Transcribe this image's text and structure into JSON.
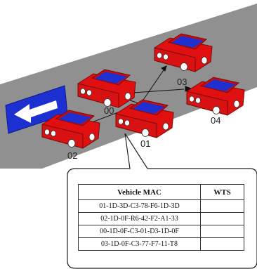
{
  "cars": [
    {
      "id": "00",
      "label": "00"
    },
    {
      "id": "01",
      "label": "01"
    },
    {
      "id": "02",
      "label": "02"
    },
    {
      "id": "03",
      "label": "03"
    },
    {
      "id": "04",
      "label": "04"
    }
  ],
  "table": {
    "headers": {
      "mac": "Vehicle MAC",
      "wts": "WTS"
    },
    "rows": [
      {
        "mac": "01-1D-3D-C3-78-F6-1D-3D",
        "wts": ""
      },
      {
        "mac": "02-1D-0F-R6-42-F2-A1-33",
        "wts": ""
      },
      {
        "mac": "00-1D-0F-C3-01-D3-1D-0F",
        "wts": ""
      },
      {
        "mac": "03-1D-0F-C3-77-F7-11-T8",
        "wts": ""
      }
    ]
  },
  "colors": {
    "road": "#909090",
    "road_line": "#ffffff",
    "car_body": "#e01010",
    "car_window": "#2030d0",
    "sign_background": "#1c2fd0",
    "sign_arrow": "#ffffff"
  }
}
